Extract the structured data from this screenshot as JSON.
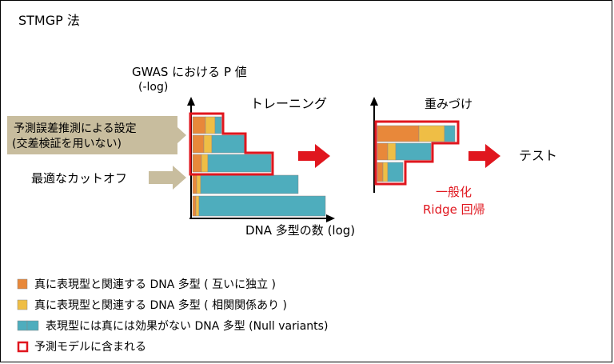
{
  "title": "STMGP 法",
  "y_axis_label_line1": "GWAS における P 値",
  "y_axis_label_line2": "(-log)",
  "x_axis_label": "DNA 多型の数 (log)",
  "training_label": "トレーニング",
  "weighting_label": "重みづけ",
  "test_label": "テスト",
  "method_line1": "一般化",
  "method_line2": "Ridge 回帰",
  "box_label_line1": "予測誤差推測による設定",
  "box_label_line2": "(交差検証を用いない)",
  "cutoff_label": "最適なカットオフ",
  "legend": [
    {
      "text": "真に表現型と関連する DNA 多型 ( 互いに独立 )"
    },
    {
      "text": "真に表現型と関連する DNA 多型 ( 相関関係あり )"
    },
    {
      "text": "表現型には真には効果がない DNA 多型 (Null variants)"
    },
    {
      "text": "予測モデルに含まれる"
    }
  ],
  "colors": {
    "orange": "#e8883a",
    "yellow": "#efbe45",
    "teal": "#4eadbd",
    "red": "#e0161e",
    "tan": "#c8bd9e"
  }
}
